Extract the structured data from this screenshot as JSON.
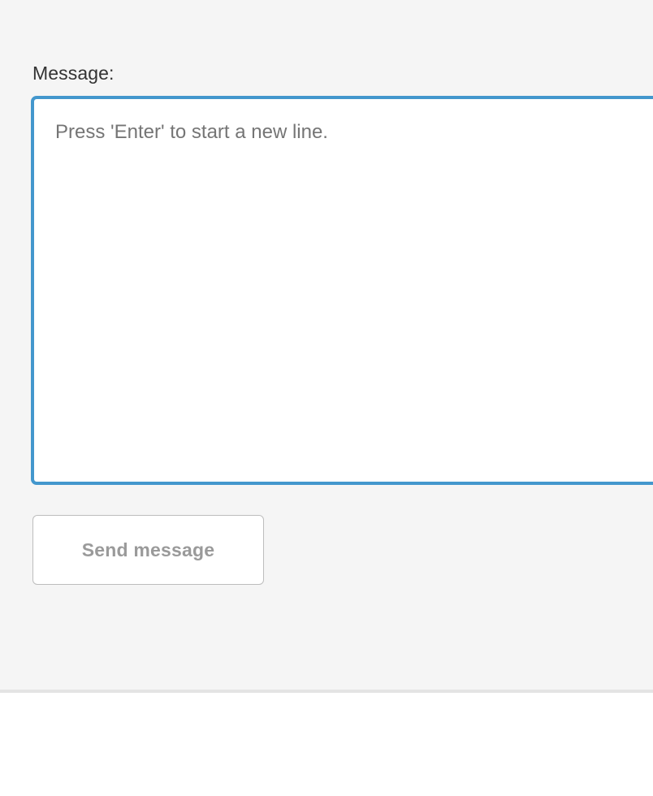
{
  "panel": {
    "background_color": "#f5f5f5",
    "divider_color": "#e4e4e4"
  },
  "form": {
    "label": "Message:",
    "message_field": {
      "value": "",
      "placeholder": "Press 'Enter' to start a new line.",
      "focused": true,
      "focus_border_color": "#4397cd",
      "text_color": "#757575"
    },
    "send_button": {
      "label": "Send message",
      "text_color": "#9a9a9a",
      "border_color": "#bdbdbd",
      "background_color": "#ffffff"
    }
  }
}
